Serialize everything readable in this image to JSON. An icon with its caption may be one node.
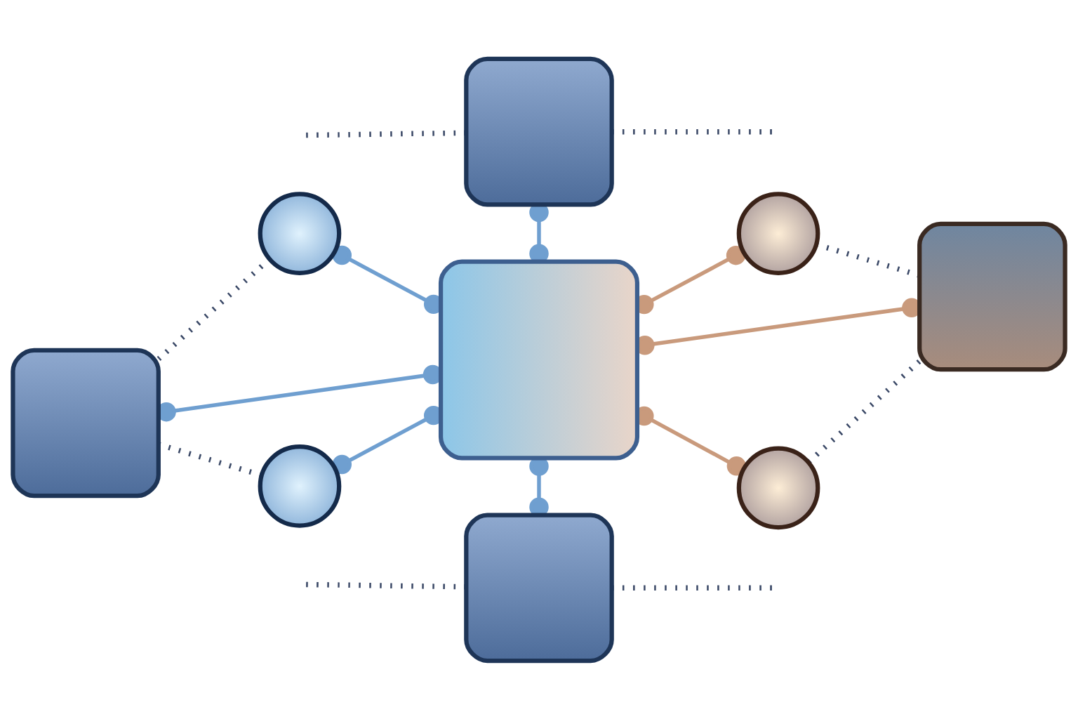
{
  "diagram": {
    "nodes": [
      {
        "text": [],
        "shape": "box"
      },
      {
        "text": [],
        "shape": "circle"
      },
      {
        "text": [],
        "shape": "circle"
      },
      {
        "text": [],
        "shape": "box"
      },
      {
        "text": [],
        "shape": "box"
      },
      {
        "text": [],
        "shape": "box"
      },
      {
        "text": [],
        "shape": "circle"
      },
      {
        "text": [],
        "shape": "circle"
      },
      {
        "text": [],
        "shape": "box"
      }
    ],
    "edges": [
      {
        "from": 0,
        "to": 4,
        "arrow": "other",
        "color": "#6f9fd0"
      },
      {
        "from": 1,
        "to": 4,
        "arrow": "other",
        "color": "#6f9fd0"
      },
      {
        "from": 2,
        "to": 4,
        "arrow": "other",
        "color": "#c99a7c"
      },
      {
        "from": 3,
        "to": 4,
        "arrow": "other",
        "color": "#6f9fd0"
      },
      {
        "from": 4,
        "to": 5,
        "arrow": "other",
        "color": "#c99a7c"
      },
      {
        "from": 6,
        "to": 4,
        "arrow": "other",
        "color": "#6f9fd0"
      },
      {
        "from": 7,
        "to": 4,
        "arrow": "other",
        "color": "#c99a7c"
      },
      {
        "from": 4,
        "to": 8,
        "arrow": "other",
        "color": "#6f9fd0"
      },
      {
        "from": 1,
        "to": 3,
        "arrow": "none",
        "style": "dashed"
      },
      {
        "from": 3,
        "to": 6,
        "arrow": "none",
        "style": "dashed"
      },
      {
        "from": 2,
        "to": 5,
        "arrow": "none",
        "style": "dashed"
      },
      {
        "from": 5,
        "to": 7,
        "arrow": "none",
        "style": "dashed"
      },
      {
        "from": 0,
        "to": null,
        "arrow": "none",
        "style": "dashed"
      },
      {
        "from": 0,
        "to": null,
        "arrow": "none",
        "style": "dashed"
      },
      {
        "from": 8,
        "to": null,
        "arrow": "none",
        "style": "dashed"
      },
      {
        "from": 8,
        "to": null,
        "arrow": "none",
        "style": "dashed"
      }
    ]
  }
}
